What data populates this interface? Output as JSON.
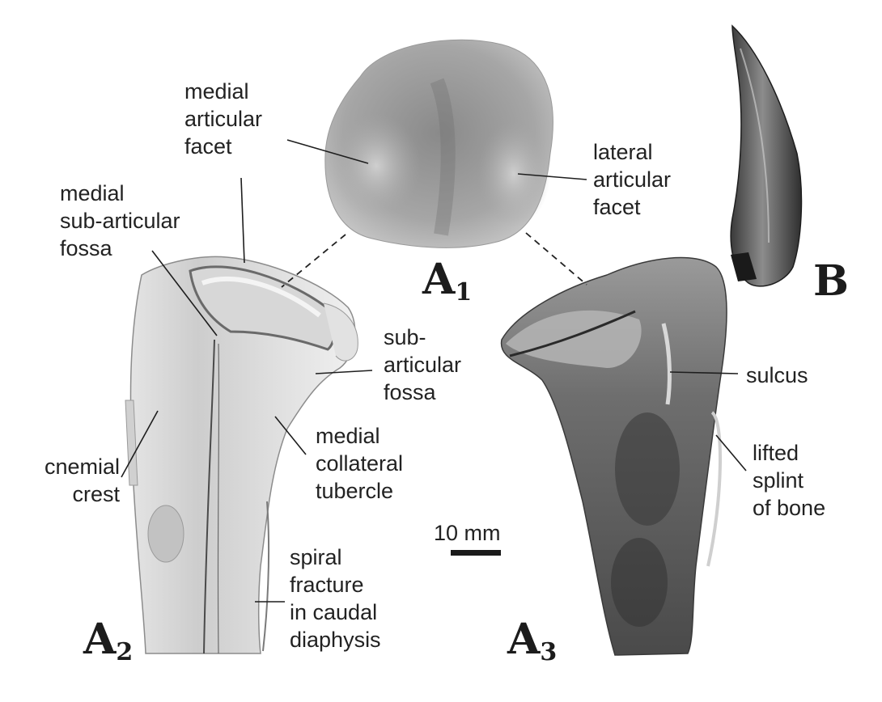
{
  "figure": {
    "panels": {
      "a1": {
        "letter": "A",
        "sub": "1"
      },
      "a2": {
        "letter": "A",
        "sub": "2"
      },
      "a3": {
        "letter": "A",
        "sub": "3"
      },
      "b": {
        "letter": "B"
      }
    },
    "labels": {
      "medial_articular_facet": [
        "medial",
        "articular",
        "facet"
      ],
      "lateral_articular_facet": [
        "lateral",
        "articular",
        "facet"
      ],
      "medial_subarticular_fossa": [
        "medial",
        "sub-articular",
        "fossa"
      ],
      "subarticular_fossa": [
        "sub-",
        "articular",
        "fossa"
      ],
      "sulcus": [
        "sulcus"
      ],
      "medial_collateral_tubercle": [
        "medial",
        "collateral",
        "tubercle"
      ],
      "cnemial_crest": [
        "cnemial",
        "crest"
      ],
      "lifted_splint": [
        "lifted",
        "splint",
        "of bone"
      ],
      "spiral_fracture": [
        "spiral",
        "fracture",
        "in caudal",
        "diaphysis"
      ]
    },
    "scale_bar": {
      "label": "10 mm"
    }
  }
}
